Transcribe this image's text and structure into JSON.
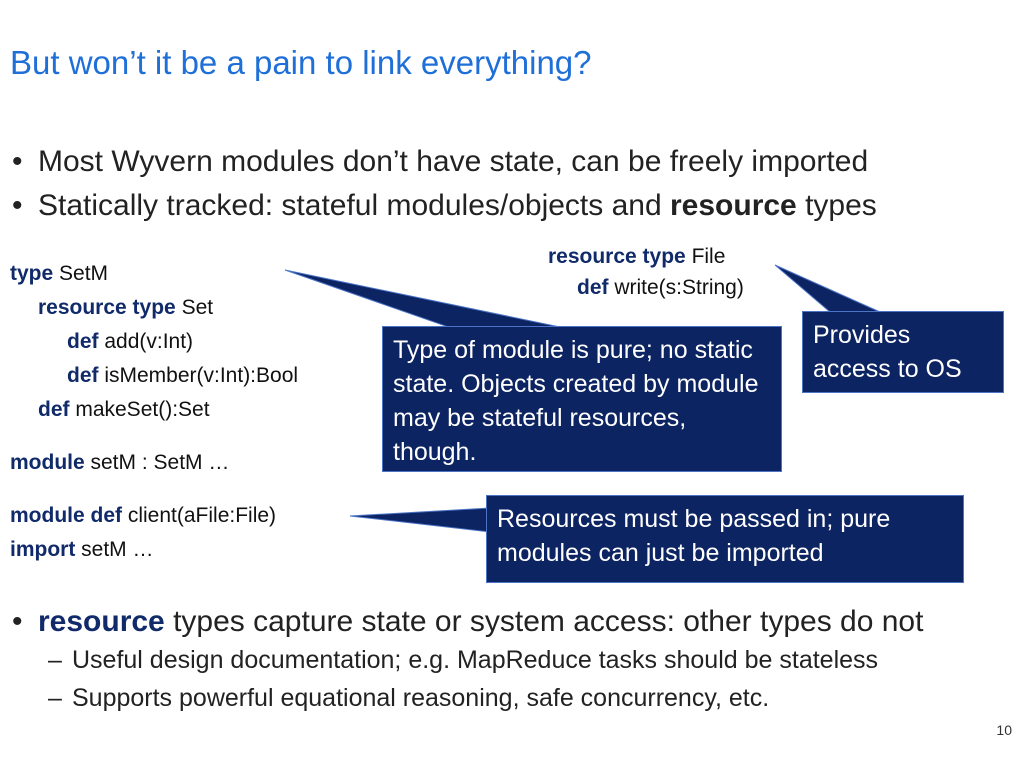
{
  "title": "But won’t it be a pain to link everything?",
  "top_bullets": [
    {
      "text": "Most Wyvern modules don’t have state, can be freely imported"
    },
    {
      "pre": "Statically tracked: stateful modules/objects and ",
      "bold": "resource",
      "post": " types"
    }
  ],
  "code_left": {
    "l1_kw": "type",
    "l1_rest": " SetM",
    "l2_kw": "resource type",
    "l2_rest": " Set",
    "l3_kw": "def",
    "l3_rest": " add(v:Int)",
    "l4_kw": "def",
    "l4_rest": " isMember(v:Int):Bool",
    "l5_kw": "def",
    "l5_rest": " makeSet():Set",
    "l6_kw": "module",
    "l6_rest": " setM : SetM …",
    "l7_kw": "module def",
    "l7_rest": " client(aFile:File)",
    "l8_kw": "import",
    "l8_rest": " setM …"
  },
  "code_right": {
    "l1_kw": "resource type",
    "l1_rest": " File",
    "l2_kw": "def",
    "l2_rest": " write(s:String)"
  },
  "callouts": {
    "pure": "Type of module is pure; no static state.  Objects created by module may be stateful resources, though.",
    "os": "Provides access to OS",
    "passed": "Resources must be passed in; pure modules can just be imported"
  },
  "bottom": {
    "bold": "resource",
    "rest": " types capture state or system access: other types do not",
    "subs": [
      "Useful design documentation; e.g. MapReduce tasks should be stateless",
      "Supports powerful equational reasoning, safe concurrency, etc."
    ]
  },
  "page_number": "10",
  "colors": {
    "title": "#1f6fd8",
    "callout_bg": "#0d2462",
    "keyword": "#102a6a"
  }
}
